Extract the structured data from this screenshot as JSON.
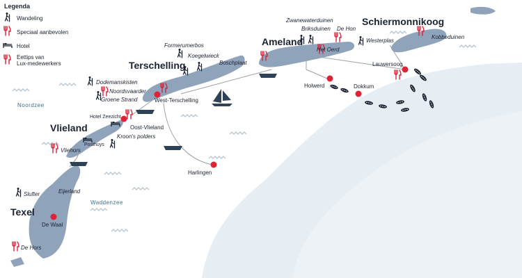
{
  "legend": {
    "title": "Legenda",
    "items": [
      {
        "icon": "hiker-icon",
        "label": "Wandeling"
      },
      {
        "icon": "cutlery-icon",
        "label": "Speciaal aanbevolen"
      },
      {
        "icon": "bed-icon",
        "label": "Hotel"
      },
      {
        "icon": "cutlery-icon",
        "label_line1": "Eettips van",
        "label_line2": "Lux-medewerkers"
      }
    ]
  },
  "islands": {
    "texel": "Texel",
    "vlieland": "Vlieland",
    "terschelling": "Terschelling",
    "ameland": "Ameland",
    "schiermonnikoog": "Schiermonnikoog"
  },
  "seas": {
    "noordzee": "Noordzee",
    "waddenzee": "Waddenzee"
  },
  "towns": {
    "de_waal": "De Waal",
    "oost_vlieland": "Oost-Vlieland",
    "west_terschelling": "West-Terschelling",
    "harlingen": "Harlingen",
    "holwerd": "Holwerd",
    "dokkum": "Dokkum",
    "lauwersoog": "Lauwersoog"
  },
  "places": {
    "de_hors": "De Hors",
    "slufter": "Slufter",
    "eijerland": "Eijerland",
    "vliehors": "Vliehors",
    "posthuys": "Posthuys",
    "hotel_zeezicht": "Hotel Zeezicht",
    "kroons_polders": "Kroon's polders",
    "groene_strand": "Groene Strand",
    "noordsvaarder": "Noordsvaarder",
    "dodemanskisten": "Dodemanskisten",
    "formerumerbos": "Formerumerbos",
    "koegelwieck": "Koegelwieck",
    "boschplaat": "Boschplaat",
    "zwanewaterduinen": "Zwanewaterduinen",
    "briksduinen": "Briksduinen",
    "de_hon": "De Hon",
    "het_oerd": "Het Oerd",
    "westerplas": "Westerplas",
    "kobbeduinen": "Kobbeduinen"
  },
  "colors": {
    "island": "#8fa3bb",
    "island_dark": "#6d85a1",
    "mainland": "#e6edf3",
    "sea": "#ffffff",
    "route": "#9aa0a6",
    "town_dot": "#e02236",
    "icon_red": "#d8233a",
    "dark": "#1b2230",
    "wave": "#b8c8d4"
  }
}
